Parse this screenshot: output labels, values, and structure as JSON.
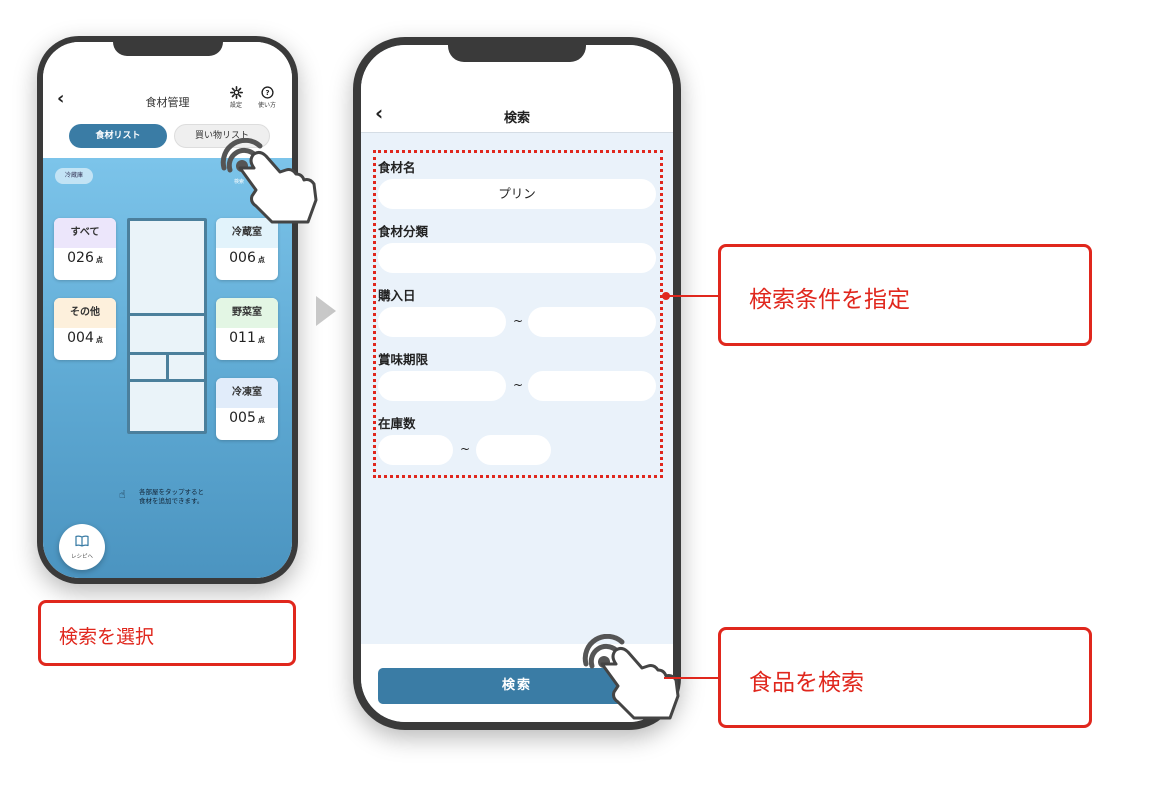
{
  "phone1": {
    "title": "食材管理",
    "settings_label": "設定",
    "help_label": "使い方",
    "tabs": [
      "食材リスト",
      "買い物リスト"
    ],
    "fridge_chip": "冷蔵庫",
    "search_label": "検索",
    "categories": [
      {
        "name": "すべて",
        "count": "026",
        "unit": "点",
        "color": "#ece6fb"
      },
      {
        "name": "その他",
        "count": "004",
        "unit": "点",
        "color": "#fdf0dc"
      },
      {
        "name": "冷蔵室",
        "count": "006",
        "unit": "点",
        "color": "#e2f3fb"
      },
      {
        "name": "野菜室",
        "count": "011",
        "unit": "点",
        "color": "#e3f6e4"
      },
      {
        "name": "冷凍室",
        "count": "005",
        "unit": "点",
        "color": "#e1ecfa"
      }
    ],
    "hint_line1": "各部屋をタップすると",
    "hint_line2": "食材を追加できます。",
    "recipe_label": "レシピへ"
  },
  "phone2": {
    "title": "検索",
    "fields": {
      "name_label": "食材名",
      "name_value": "プリン",
      "category_label": "食材分類",
      "category_value": "",
      "purchase_label": "購入日",
      "expiry_label": "賞味期限",
      "stock_label": "在庫数",
      "range_sep": "~"
    },
    "search_button": "検索"
  },
  "callouts": {
    "select_search": "検索を選択",
    "set_conditions": "検索条件を指定",
    "search_food": "食品を検索"
  },
  "colors": {
    "accent": "#3a7ca5",
    "callout_red": "#e0271d",
    "frame": "#3a3a3a"
  },
  "icons": [
    "back-chevron-icon",
    "gear-icon",
    "help-icon",
    "search-icon",
    "hand-pointer-icon",
    "book-icon",
    "tap-hand-icon"
  ]
}
